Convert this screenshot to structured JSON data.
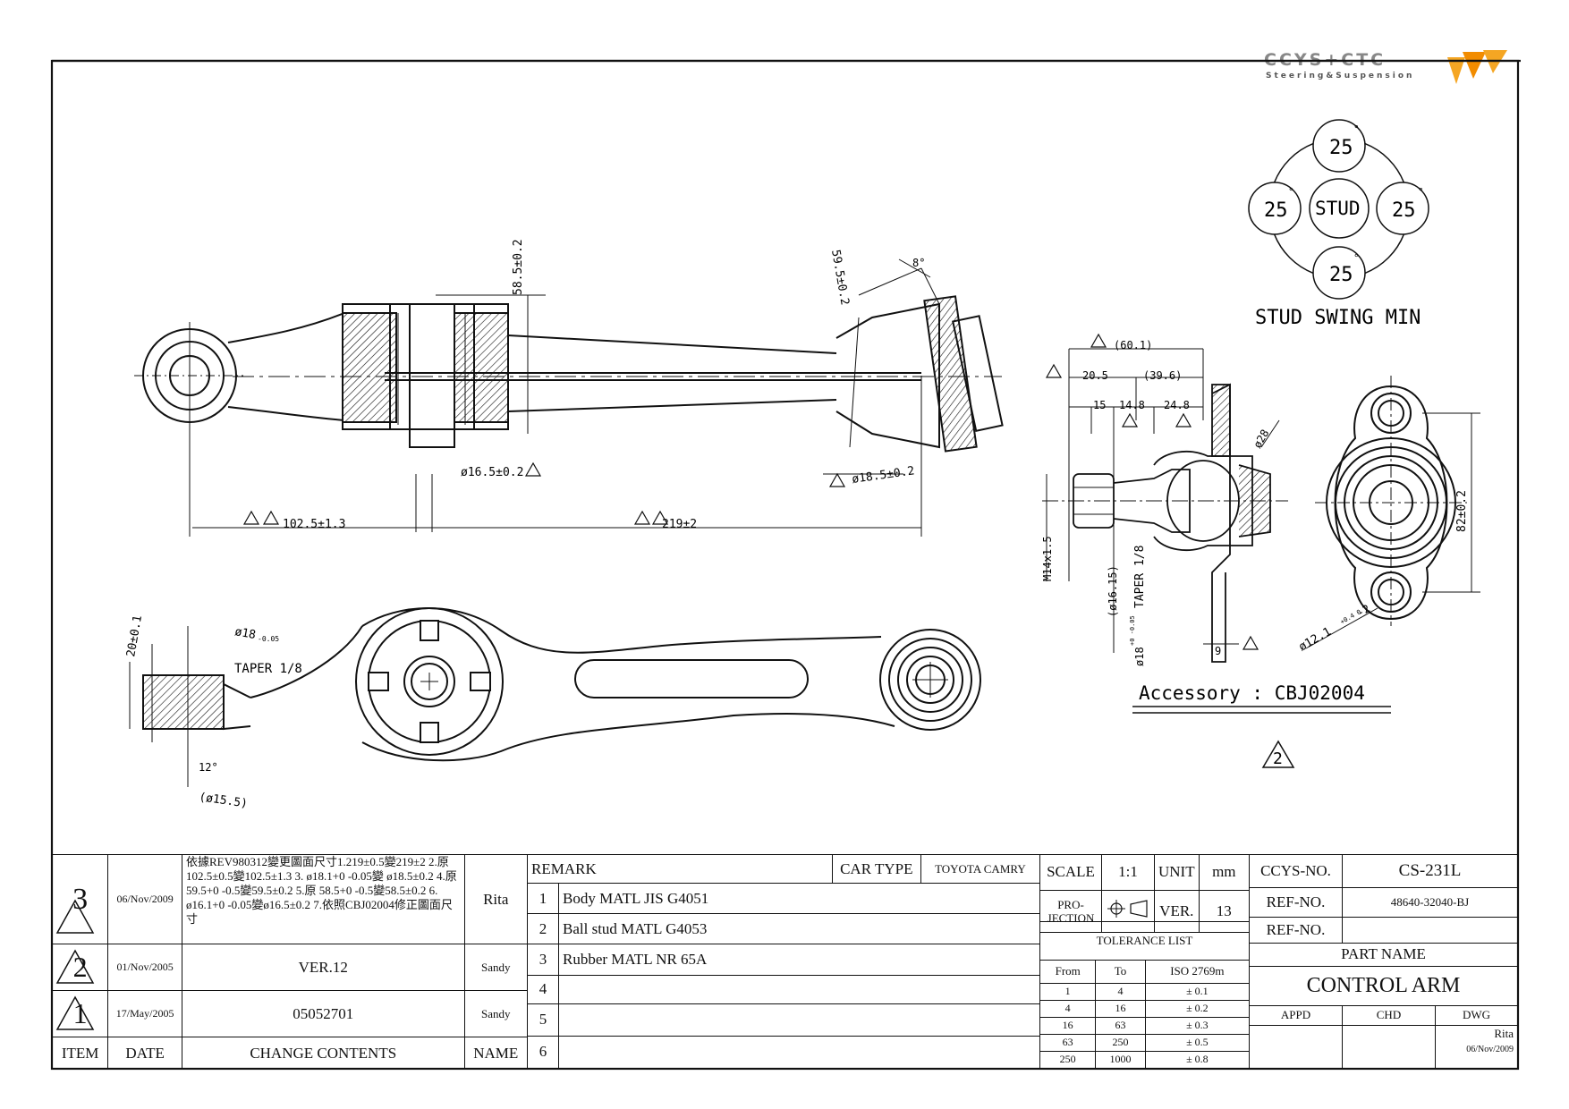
{
  "brand": {
    "name": "CCYS+CTC",
    "tagline": "Steering&Suspension"
  },
  "drawing": {
    "stud_swing": {
      "title": "STUD SWING MIN",
      "center": "STUD",
      "values": [
        "25",
        "25",
        "25",
        "25"
      ],
      "unit": "°"
    },
    "dims": {
      "d58": "58.5±0.2",
      "d59": "59.5±0.2",
      "angle8": "8°",
      "d16": "ø16.5±0.2",
      "d18_5": "ø18.5±0.2",
      "d102": "102.5±1.3",
      "d219": "219±2",
      "d20": "20±0.1",
      "d18": "ø18",
      "d18_tol": "-0.05",
      "taper": "TAPER 1/8",
      "angle12": "12°",
      "d15": "(ø15.5)",
      "d60": "(60.1)",
      "d20_5": "20.5",
      "d39": "(39.6)",
      "d15b": "15",
      "d14": "14.8",
      "d24": "24.8",
      "d28": "ø28",
      "m14": "M14x1.5",
      "d16_15": "(ø16.15)",
      "taper_v": "TAPER 1/8",
      "d18v": "ø18",
      "d18v_tol": "+0 -0.05",
      "d9": "9",
      "d82": "82±0.2",
      "d12": "ø12.1",
      "d12_tol": "+0.4 0",
      "d12_n": "-2"
    },
    "accessory": "Accessory : CBJ02004",
    "rev_mark": "2"
  },
  "title_block": {
    "revisions": [
      {
        "item": "3",
        "date": "06/Nov/2009",
        "content": "依據REV980312變更圖面尺寸1.219±0.5變219±2 2.原102.5±0.5變102.5±1.3 3. ø18.1+0 -0.05變 ø18.5±0.2 4.原59.5+0 -0.5變59.5±0.2 5.原 58.5+0 -0.5變58.5±0.2 6. ø16.1+0 -0.05變ø16.5±0.2 7.依照CBJ02004修正圖面尺寸",
        "name": "Rita"
      },
      {
        "item": "2",
        "date": "01/Nov/2005",
        "content": "VER.12",
        "name": "Sandy"
      },
      {
        "item": "1",
        "date": "17/May/2005",
        "content": "05052701",
        "name": "Sandy"
      }
    ],
    "rev_headers": {
      "item": "ITEM",
      "date": "DATE",
      "content": "CHANGE CONTENTS",
      "name": "NAME"
    },
    "remark_label": "REMARK",
    "car_type_label": "CAR TYPE",
    "car_type": "TOYOTA CAMRY",
    "remarks": [
      {
        "no": "1",
        "text": "Body MATL JIS G4051"
      },
      {
        "no": "2",
        "text": "Ball stud MATL G4053"
      },
      {
        "no": "3",
        "text": "Rubber MATL NR 65A"
      },
      {
        "no": "4",
        "text": ""
      },
      {
        "no": "5",
        "text": ""
      },
      {
        "no": "6",
        "text": ""
      }
    ],
    "scale_label": "SCALE",
    "scale": "1:1",
    "unit_label": "UNIT",
    "unit": "mm",
    "projection_label": "PRO- JECTION",
    "ver_label": "VER.",
    "ver": "13",
    "tolerance_title": "TOLERANCE LIST",
    "tolerance_headers": [
      "From",
      "To",
      "ISO 2769m"
    ],
    "tolerance": [
      [
        "1",
        "4",
        "± 0.1"
      ],
      [
        "4",
        "16",
        "± 0.2"
      ],
      [
        "16",
        "63",
        "± 0.3"
      ],
      [
        "63",
        "250",
        "± 0.5"
      ],
      [
        "250",
        "1000",
        "± 0.8"
      ]
    ],
    "ccys_label": "CCYS-NO.",
    "ccys_no": "CS-231L",
    "ref_label": "REF-NO.",
    "ref_no": "48640-32040-BJ",
    "ref_label2": "REF-NO.",
    "ref_no2": "",
    "part_name_label": "PART NAME",
    "part_name": "CONTROL ARM",
    "appd_label": "APPD",
    "chd_label": "CHD",
    "dwg_label": "DWG",
    "dwg_name": "Rita",
    "dwg_date": "06/Nov/2009"
  }
}
